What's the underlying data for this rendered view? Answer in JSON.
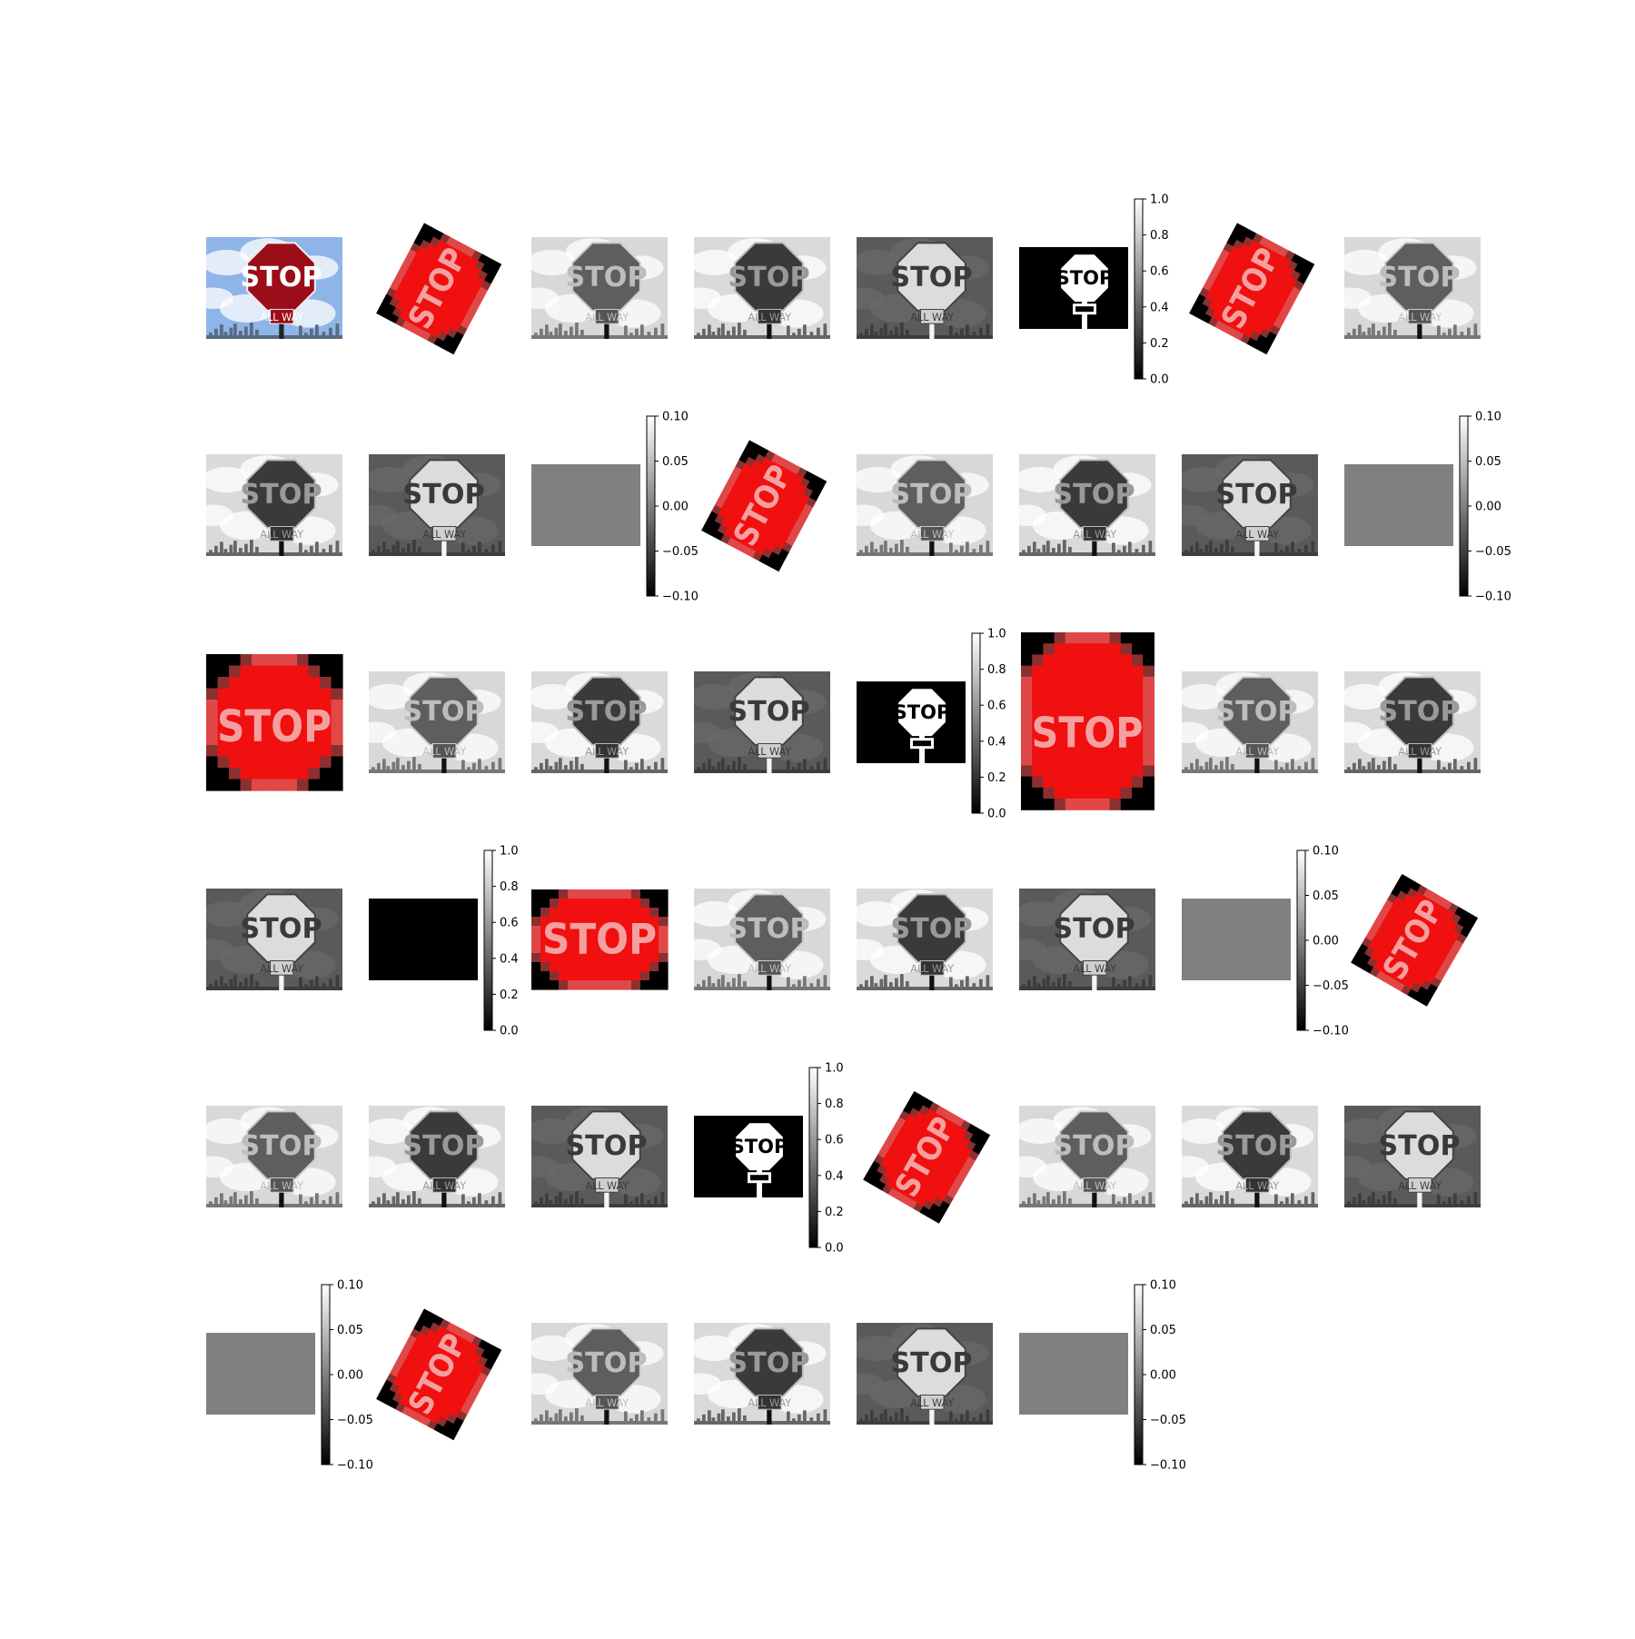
{
  "figure": {
    "rows": [
      [
        "photo-color",
        "pixelated-rotated-ccw",
        "gray-light",
        "gray-dark",
        "gray-inverted",
        "binary-mask-colorbar-0-1",
        "pixelated-rotated-ccw-2",
        "gray-light"
      ],
      [
        "gray-dark",
        "gray-inverted",
        "flat-gray-colorbar-pm0.1",
        "pixelated-rotated-ccw-3",
        "gray-light",
        "gray-dark",
        "gray-inverted",
        "flat-gray-colorbar-pm0.1"
      ],
      [
        "pixelated-square",
        "gray-light",
        "gray-dark",
        "gray-inverted",
        "binary-mask-colorbar-0-1",
        "pixelated-tall",
        "gray-light",
        "gray-dark"
      ],
      [
        "gray-inverted",
        "black-colorbar-0-1",
        "pixelated-wide",
        "gray-light",
        "gray-dark",
        "gray-inverted",
        "flat-gray-colorbar-pm0.1",
        "pixelated-rotated-cw"
      ],
      [
        "gray-light",
        "gray-dark",
        "gray-inverted",
        "binary-mask-colorbar-0-1",
        "pixelated-rotated-cw-2",
        "gray-light",
        "gray-dark",
        "gray-inverted"
      ],
      [
        "flat-gray-colorbar-pm0.1",
        "pixelated-rotated-ccw-4",
        "gray-light",
        "gray-dark",
        "gray-inverted",
        "flat-gray-colorbar-pm0.1"
      ]
    ],
    "sign_text": "STOP",
    "plaque_text": "ALL WAY",
    "colorbar_0_1_ticks": [
      "0.0",
      "0.2",
      "0.4",
      "0.6",
      "0.8",
      "1.0"
    ],
    "colorbar_pm01_ticks": [
      "−0.10",
      "−0.05",
      "0.00",
      "0.05",
      "0.10"
    ],
    "colors": {
      "sign_red": "#9b0d18",
      "pixel_red": "#f01010",
      "pixel_light": "#f6b0b0",
      "sky_blue": "#8fb4e8",
      "flat_gray": "#808080"
    }
  }
}
